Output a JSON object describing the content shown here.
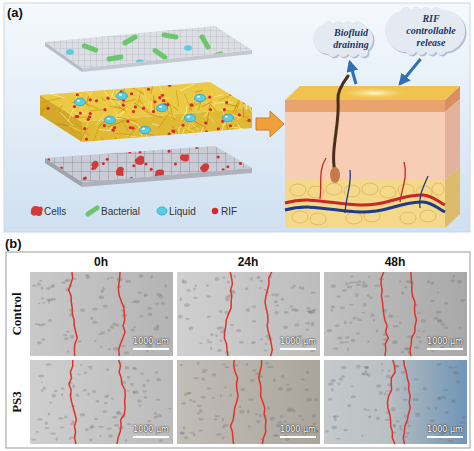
{
  "diagram": {
    "nodes": [
      {
        "text": [
          "Biofluid draining"
        ]
      },
      {
        "text": [
          "RIF controllable release"
        ]
      }
    ],
    "labels": [
      "(a)",
      "(b)",
      "0h",
      "24h",
      "48h",
      "Control",
      "1000 μm",
      "1000 μm",
      "1000 μm",
      "PS3",
      "1000 μm",
      "1000 μm",
      "1000 μm"
    ],
    "legend": [
      {
        "text": "Cells"
      },
      {
        "text": "Bacterial"
      },
      {
        "text": "Liquid"
      },
      {
        "text": "RIF"
      }
    ]
  }
}
